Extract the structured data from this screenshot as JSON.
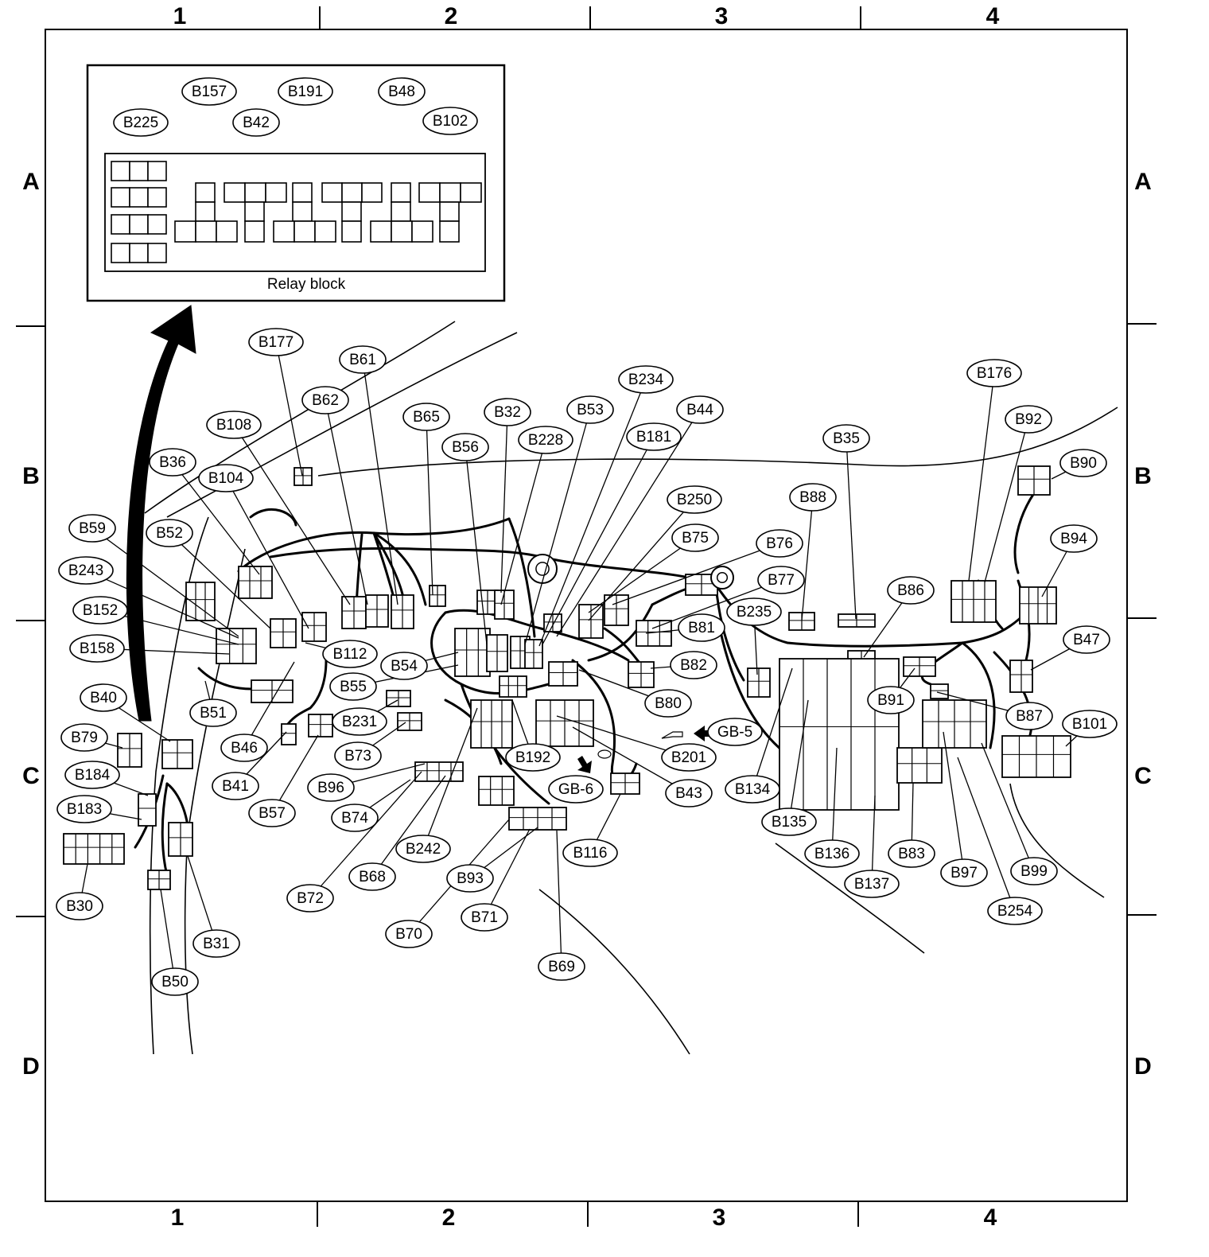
{
  "grid": {
    "columns": [
      "1",
      "2",
      "3",
      "4"
    ],
    "rows": [
      "A",
      "B",
      "C",
      "D"
    ]
  },
  "inset": {
    "caption": "Relay block",
    "labels": [
      "B225",
      "B157",
      "B42",
      "B191",
      "B48",
      "B102"
    ]
  },
  "ground_points": [
    "GB-5",
    "GB-6"
  ],
  "connectors": [
    "B177",
    "B61",
    "B62",
    "B108",
    "B65",
    "B32",
    "B53",
    "B234",
    "B44",
    "B181",
    "B228",
    "B56",
    "B36",
    "B104",
    "B59",
    "B52",
    "B243",
    "B152",
    "B158",
    "B250",
    "B75",
    "B76",
    "B77",
    "B235",
    "B88",
    "B35",
    "B176",
    "B92",
    "B90",
    "B94",
    "B86",
    "B47",
    "B112",
    "B54",
    "B55",
    "B231",
    "B81",
    "B82",
    "B80",
    "B201",
    "B43",
    "B192",
    "B73",
    "B96",
    "B74",
    "B46",
    "B41",
    "B57",
    "B51",
    "B40",
    "B79",
    "B184",
    "B183",
    "B30",
    "B31",
    "B50",
    "B72",
    "B68",
    "B242",
    "B70",
    "B93",
    "B71",
    "B116",
    "B69",
    "B134",
    "B135",
    "B136",
    "B137",
    "B83",
    "B91",
    "B87",
    "B101",
    "B97",
    "B99",
    "B254"
  ]
}
